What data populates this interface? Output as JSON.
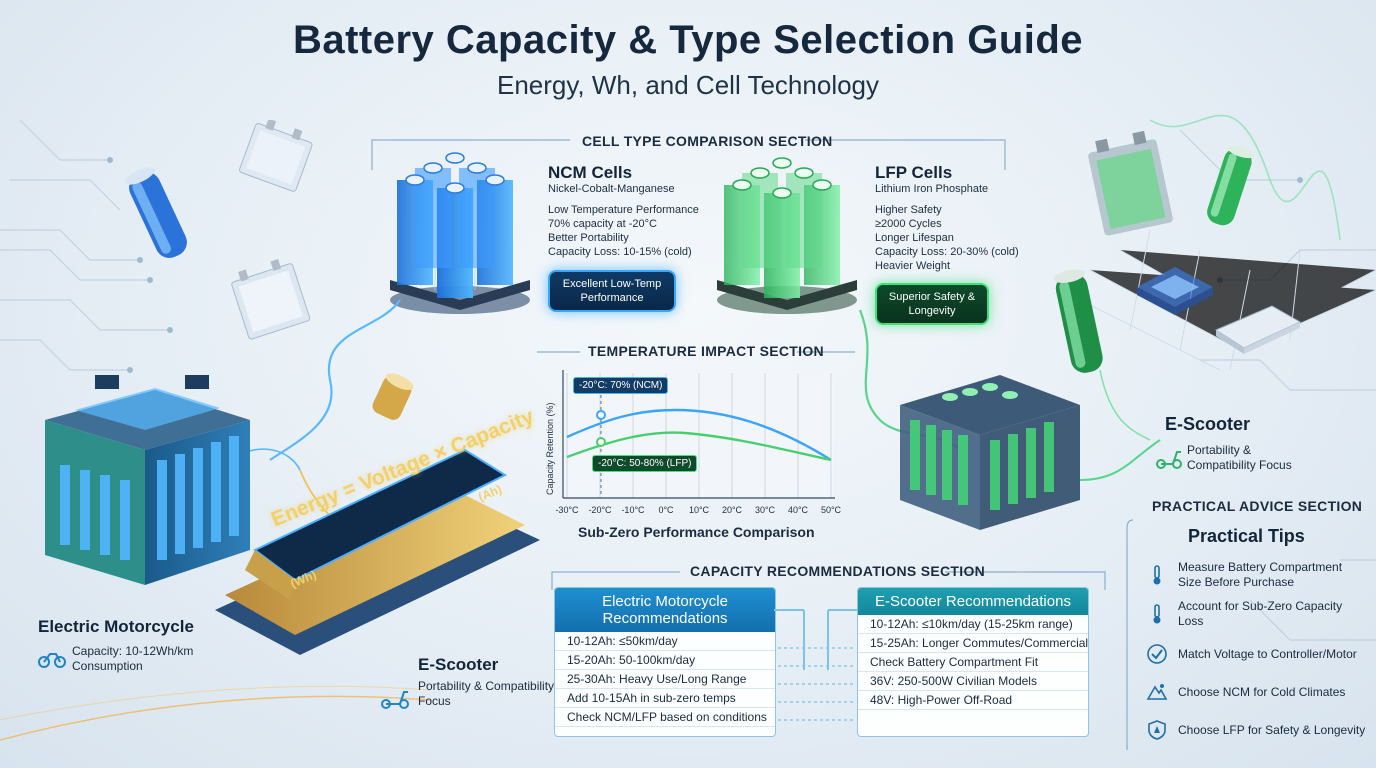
{
  "header": {
    "title": "Battery Capacity & Type Selection Guide",
    "subtitle": "Energy, Wh, and Cell Technology"
  },
  "cell_comparison": {
    "section_title": "CELL TYPE COMPARISON SECTION",
    "ncm": {
      "title": "NCM Cells",
      "subtitle": "Nickel-Cobalt-Manganese",
      "lines": [
        "Low Temperature Performance",
        "70% capacity at -20°C",
        "Better Portability",
        "Capacity Loss: 10-15% (cold)"
      ],
      "badge": "Excellent Low-Temp Performance",
      "color": "#2f9bff"
    },
    "lfp": {
      "title": "LFP Cells",
      "subtitle": "Lithium Iron Phosphate",
      "lines": [
        "Higher Safety",
        "≥2000 Cycles",
        "Longer Lifespan",
        "Capacity Loss: 20-30% (cold)",
        "Heavier Weight"
      ],
      "badge": "Superior Safety & Longevity",
      "color": "#33d06b"
    }
  },
  "temperature": {
    "section_title": "TEMPERATURE IMPACT SECTION",
    "chart_caption": "Sub-Zero Performance Comparison",
    "ylabel": "Capacity Retention (%)",
    "x_ticks": [
      "-30°C",
      "-20°C",
      "-10°C",
      "0°C",
      "10°C",
      "20°C",
      "30°C",
      "40°C",
      "50°C"
    ],
    "annotation_ncm": "-20°C: 70% (NCM)",
    "annotation_lfp": "-20°C: 50-80% (LFP)"
  },
  "formula": {
    "text": "Energy = Voltage × Capacity",
    "sub_left": "(Wh)",
    "sub_right": "(Ah)"
  },
  "motorcycle": {
    "title": "Electric Motorcycle",
    "detail": "Capacity: 10-12Wh/km Consumption"
  },
  "scooter_left": {
    "title": "E-Scooter",
    "detail": "Portability & Compatibility Focus"
  },
  "scooter_right": {
    "title": "E-Scooter",
    "detail": "Portability & Compatibility Focus"
  },
  "capacity": {
    "section_title": "CAPACITY RECOMMENDATIONS SECTION",
    "motorcycle_card": {
      "title": "Electric Motorcycle Recommendations",
      "rows": [
        "10-12Ah: ≤50km/day",
        "15-20Ah: 50-100km/day",
        "25-30Ah: Heavy Use/Long Range",
        "Add 10-15Ah in sub-zero temps",
        "Check NCM/LFP based on conditions"
      ]
    },
    "scooter_card": {
      "title": "E-Scooter Recommendations",
      "rows": [
        "10-12Ah: ≤10km/day (15-25km range)",
        "15-25Ah: Longer Commutes/Commercial",
        "Check Battery Compartment Fit",
        "36V: 250-500W Civilian Models",
        "48V: High-Power Off-Road"
      ]
    }
  },
  "advice": {
    "section_title": "PRACTICAL ADVICE SECTION",
    "heading": "Practical Tips",
    "tips": [
      {
        "icon": "thermometer-icon",
        "text": "Measure Battery Compartment Size Before Purchase"
      },
      {
        "icon": "thermometer-icon",
        "text": "Account for Sub-Zero Capacity Loss"
      },
      {
        "icon": "checkmark-icon",
        "text": "Match Voltage to Controller/Motor"
      },
      {
        "icon": "mountain-icon",
        "text": "Choose NCM for Cold Climates"
      },
      {
        "icon": "shield-icon",
        "text": "Choose LFP for Safety & Longevity"
      }
    ]
  },
  "colors": {
    "ncm_blue": "#2f9bff",
    "lfp_green": "#33d06b",
    "gold": "#d8b24a",
    "title_dark": "#16283d"
  }
}
